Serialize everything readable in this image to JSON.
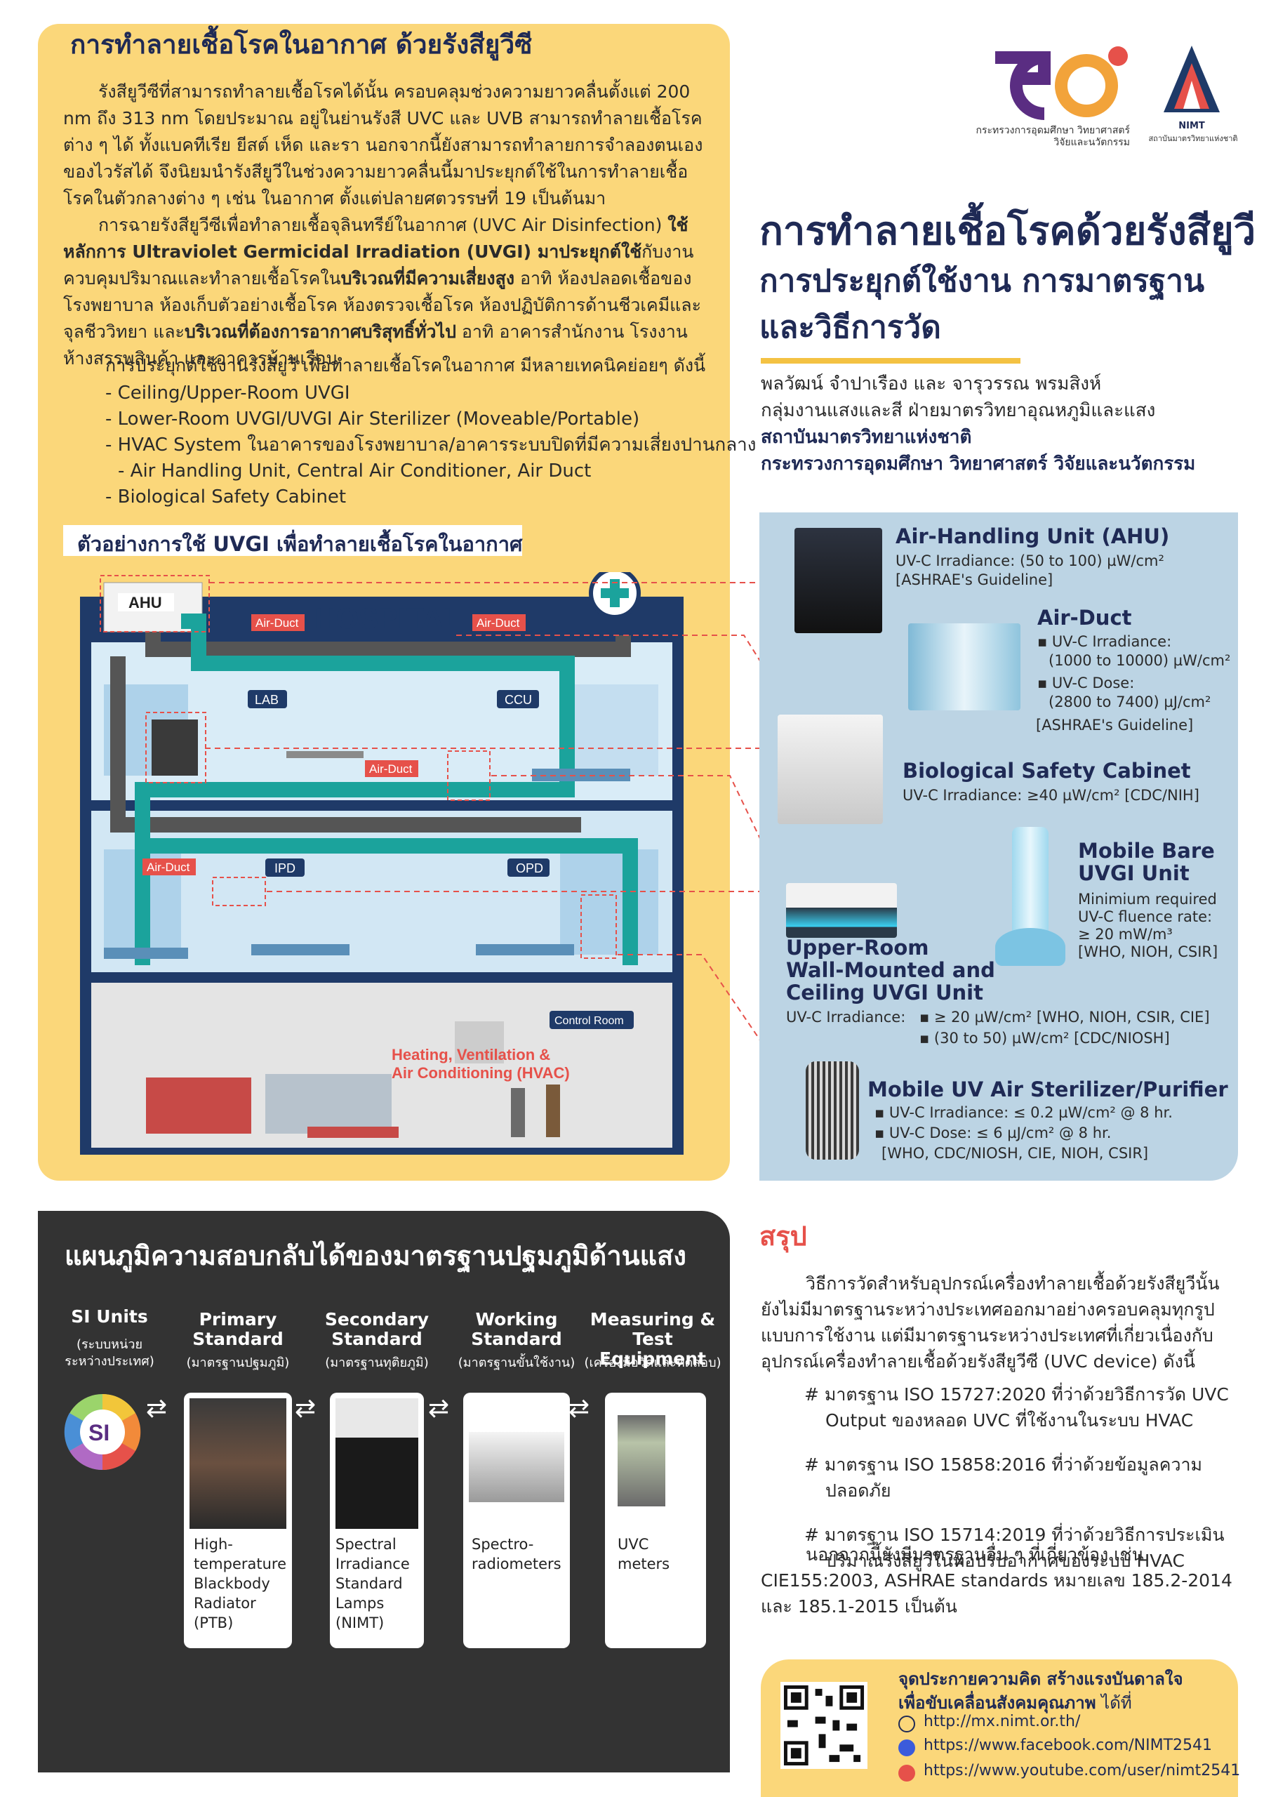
{
  "uvc": {
    "title": "การทำลายเชื้อโรคในอากาศ ด้วยรังสียูวีซี",
    "para1": "รังสียูวีซีที่สามารถทำลายเชื้อโรคได้นั้น ครอบคลุมช่วงความยาวคลื่นตั้งแต่ 200 nm ถึง 313 nm โดยประมาณ อยู่ในย่านรังสี UVC และ UVB สามารถทำลายเชื้อโรคต่าง ๆ ได้ ทั้งแบคทีเรีย ยีสต์ เห็ด และรา นอกจากนี้ยังสามารถทำลายการจำลองตนเองของไวรัสได้ จึงนิยมนำรังสียูวีในช่วงความยาวคลื่นนี้มาประยุกต์ใช้ในการทำลายเชื้อโรคในตัวกลางต่าง ๆ เช่น ในอากาศ ตั้งแต่ปลายศตวรรษที่ 19 เป็นต้นมา",
    "para2a": "การฉายรังสียูวีซีเพื่อทำลายเชื้อจุลินทรีย์ในอากาศ (UVC Air Disinfection) ",
    "para2b": "ใช้หลักการ Ultraviolet Germicidal Irradiation (UVGI) มาประยุกต์ใช้",
    "para2c": "กับงานควบคุมปริมาณและทำลายเชื้อโรคใน",
    "para2d": "บริเวณที่มีความเสี่ยงสูง",
    "para2e": " อาทิ ห้องปลอดเชื้อของโรงพยาบาล ห้องเก็บตัวอย่างเชื้อโรค ห้องตรวจเชื้อโรค ห้องปฏิบัติการด้านชีวเคมีและจุลชีววิทยา และ",
    "para2f": "บริเวณที่ต้องการอากาศบริสุทธิ์ทั่วไป",
    "para2g": " อาทิ อาคารสำนักงาน โรงงาน ห้างสรรพสินค้า และอาคารบ้านเรือน",
    "para3": "การประยุกต์ใช้งานรังสียูวี เพื่อทำลายเชื้อโรคในอากาศ มีหลายเทคนิคย่อยๆ ดังนี้",
    "apps": [
      "Ceiling/Upper-Room UVGI",
      "Lower-Room UVGI/UVGI Air Sterilizer (Moveable/Portable)",
      "HVAC System ในอาคารของโรงพยาบาล/อาคารระบบปิดที่มีความเสี่ยงปานกลาง",
      "Air Handling Unit, Central Air Conditioner, Air Duct",
      "Biological Safety Cabinet"
    ],
    "example_label": "ตัวอย่างการใช้ UVGI เพื่อทำลายเชื้อโรคในอากาศ"
  },
  "hospital": {
    "name": "HOSPITAL",
    "ahu": "AHU",
    "air_duct": "Air-Duct",
    "rooms": [
      "LAB",
      "CCU",
      "IPD",
      "OPD"
    ],
    "control_room": "Control Room",
    "hvac": "Heating, Ventilation & Air Conditioning (HVAC)"
  },
  "header": {
    "ministry": "กระทรวงการอุดมศึกษา วิทยาศาสตร์ วิจัยและนวัตกรรม",
    "nimt": "NIMT",
    "nimt_sub": "สถาบันมาตรวิทยาแห่งชาติ",
    "title": "การทำลายเชื้อโรคด้วยรังสียูวี",
    "subtitle1": "การประยุกต์ใช้งาน การมาตรฐาน",
    "subtitle2": "และวิธีการวัด",
    "authors": "พลวัฒน์ จำปาเรือง และ จารุวรรณ พรมสิงห์",
    "dept": "กลุ่มงานแสงและสี ฝ่ายมาตรวิทยาอุณหภูมิและแสง",
    "institute": "สถาบันมาตรวิทยาแห่งชาติ",
    "ministry_full": "กระทรวงการอุดมศึกษา วิทยาศาสตร์ วิจัยและนวัตกรรม"
  },
  "devices": {
    "ahu_title": "Air-Handling Unit (AHU)",
    "ahu_l1": "UV-C Irradiance: (50 to 100) µW/cm²",
    "ahu_l2": "[ASHRAE's Guideline]",
    "duct_title": "Air-Duct",
    "duct_l1": "▪ UV-C Irradiance:",
    "duct_l2": "(1000 to 10000) µW/cm²",
    "duct_l3": "▪ UV-C Dose:",
    "duct_l4": "(2800 to 7400) µJ/cm²",
    "duct_l5": "[ASHRAE's Guideline]",
    "bsc_title": "Biological Safety Cabinet",
    "bsc_l1": "UV-C Irradiance: ≥40 µW/cm²  [CDC/NIH]",
    "bare_title1": "Mobile Bare",
    "bare_title2": "UVGI Unit",
    "bare_l1": "Minimium required",
    "bare_l2": "UV-C fluence rate:",
    "bare_l3": "≥ 20 mW/m³",
    "bare_l4": "[WHO, NIOH, CSIR]",
    "upper_title1": "Upper-Room",
    "upper_title2": "Wall-Mounted and",
    "upper_title3": "Ceiling UVGI Unit",
    "upper_label": "UV-C Irradiance:",
    "upper_l1": "▪ ≥ 20 µW/cm²    [WHO, NIOH, CSIR, CIE]",
    "upper_l2": "▪ (30 to 50) µW/cm²   [CDC/NIOSH]",
    "mobile_title": "Mobile UV Air Sterilizer/Purifier",
    "mobile_l1": "▪ UV-C Irradiance: ≤ 0.2 µW/cm² @ 8 hr.",
    "mobile_l2": "▪ UV-C Dose: ≤ 6 µJ/cm² @ 8 hr.",
    "mobile_l3": "[WHO, CDC/NIOSH, CIE, NIOH, CSIR]"
  },
  "trace": {
    "title": "แผนภูมิความสอบกลับได้ของมาตรฐานปฐมภูมิด้านแสง",
    "si_label": "SI",
    "columns": [
      {
        "head": "SI Units",
        "sub1": "(ระบบหน่วย",
        "sub2": "ระหว่างประเทศ)"
      },
      {
        "head": "Primary\nStandard",
        "sub1": "(มาตรฐานปฐมภูมิ)",
        "sub2": ""
      },
      {
        "head": "Secondary\nStandard",
        "sub1": "(มาตรฐานทุติยภูมิ)",
        "sub2": ""
      },
      {
        "head": "Working\nStandard",
        "sub1": "(มาตรฐานขั้นใช้งาน)",
        "sub2": ""
      },
      {
        "head": "Measuring &\nTest Equipment",
        "sub1": "(เครื่องมือวัดและทดสอบ)",
        "sub2": ""
      }
    ],
    "cards": [
      "High-\ntemperature\nBlackbody\nRadiator\n(PTB)",
      "Spectral\nIrradiance\nStandard\nLamps\n(NIMT)",
      "Spectro-\nradiometers",
      "UVC\nmeters"
    ]
  },
  "conclusion": {
    "title": "สรุป",
    "para": "วิธีการวัดสำหรับอุปกรณ์เครื่องทำลายเชื้อด้วยรังสียูวีนั้น ยังไม่มีมาตรฐานระหว่างประเทศออกมาอย่างครอบคลุมทุกรูปแบบการใช้งาน แต่มีมาตรฐานระหว่างประเทศที่เกี่ยวเนื่องกับอุปกรณ์เครื่องทำลายเชื้อด้วยรังสียูวีซี (UVC device) ดังนี้",
    "items": [
      "มาตรฐาน ISO 15727:2020 ที่ว่าด้วยวิธีการวัด UVC Output ของหลอด UVC ที่ใช้งานในระบบ HVAC",
      "มาตรฐาน ISO 15858:2016 ที่ว่าด้วยข้อมูลความปลอดภัย",
      "มาตรฐาน ISO 15714:2019 ที่ว่าด้วยวิธีการประเมินปริมาณรังสียูวีในท่อปรับอากาศของระบบ HVAC"
    ],
    "closing": "นอกจากนี้ยังมีมาตรฐานอื่น ๆ ที่เกี่ยวข้อง เช่น CIE155:2003, ASHRAE standards หมายเลข 185.2-2014 และ 185.1-2015 เป็นต้น"
  },
  "contact": {
    "line1": "จุดประกายความคิด สร้างแรงบันดาลใจ",
    "line2a": "เพื่อขับเคลื่อนสังคมคุณภาพ",
    "line2b": " ได้ที่",
    "web": "http://mx.nimt.or.th/",
    "facebook": "https://www.facebook.com/NIMT2541",
    "youtube": "https://www.youtube.com/user/nimt2541"
  },
  "colors": {
    "navy": "#1f2a55",
    "yellow": "#fbd77a",
    "blue_panel": "#bcd4e4",
    "dark": "#333333",
    "red": "#e6514a",
    "teal": "#1ba39c",
    "purple": "#5a2d82"
  }
}
